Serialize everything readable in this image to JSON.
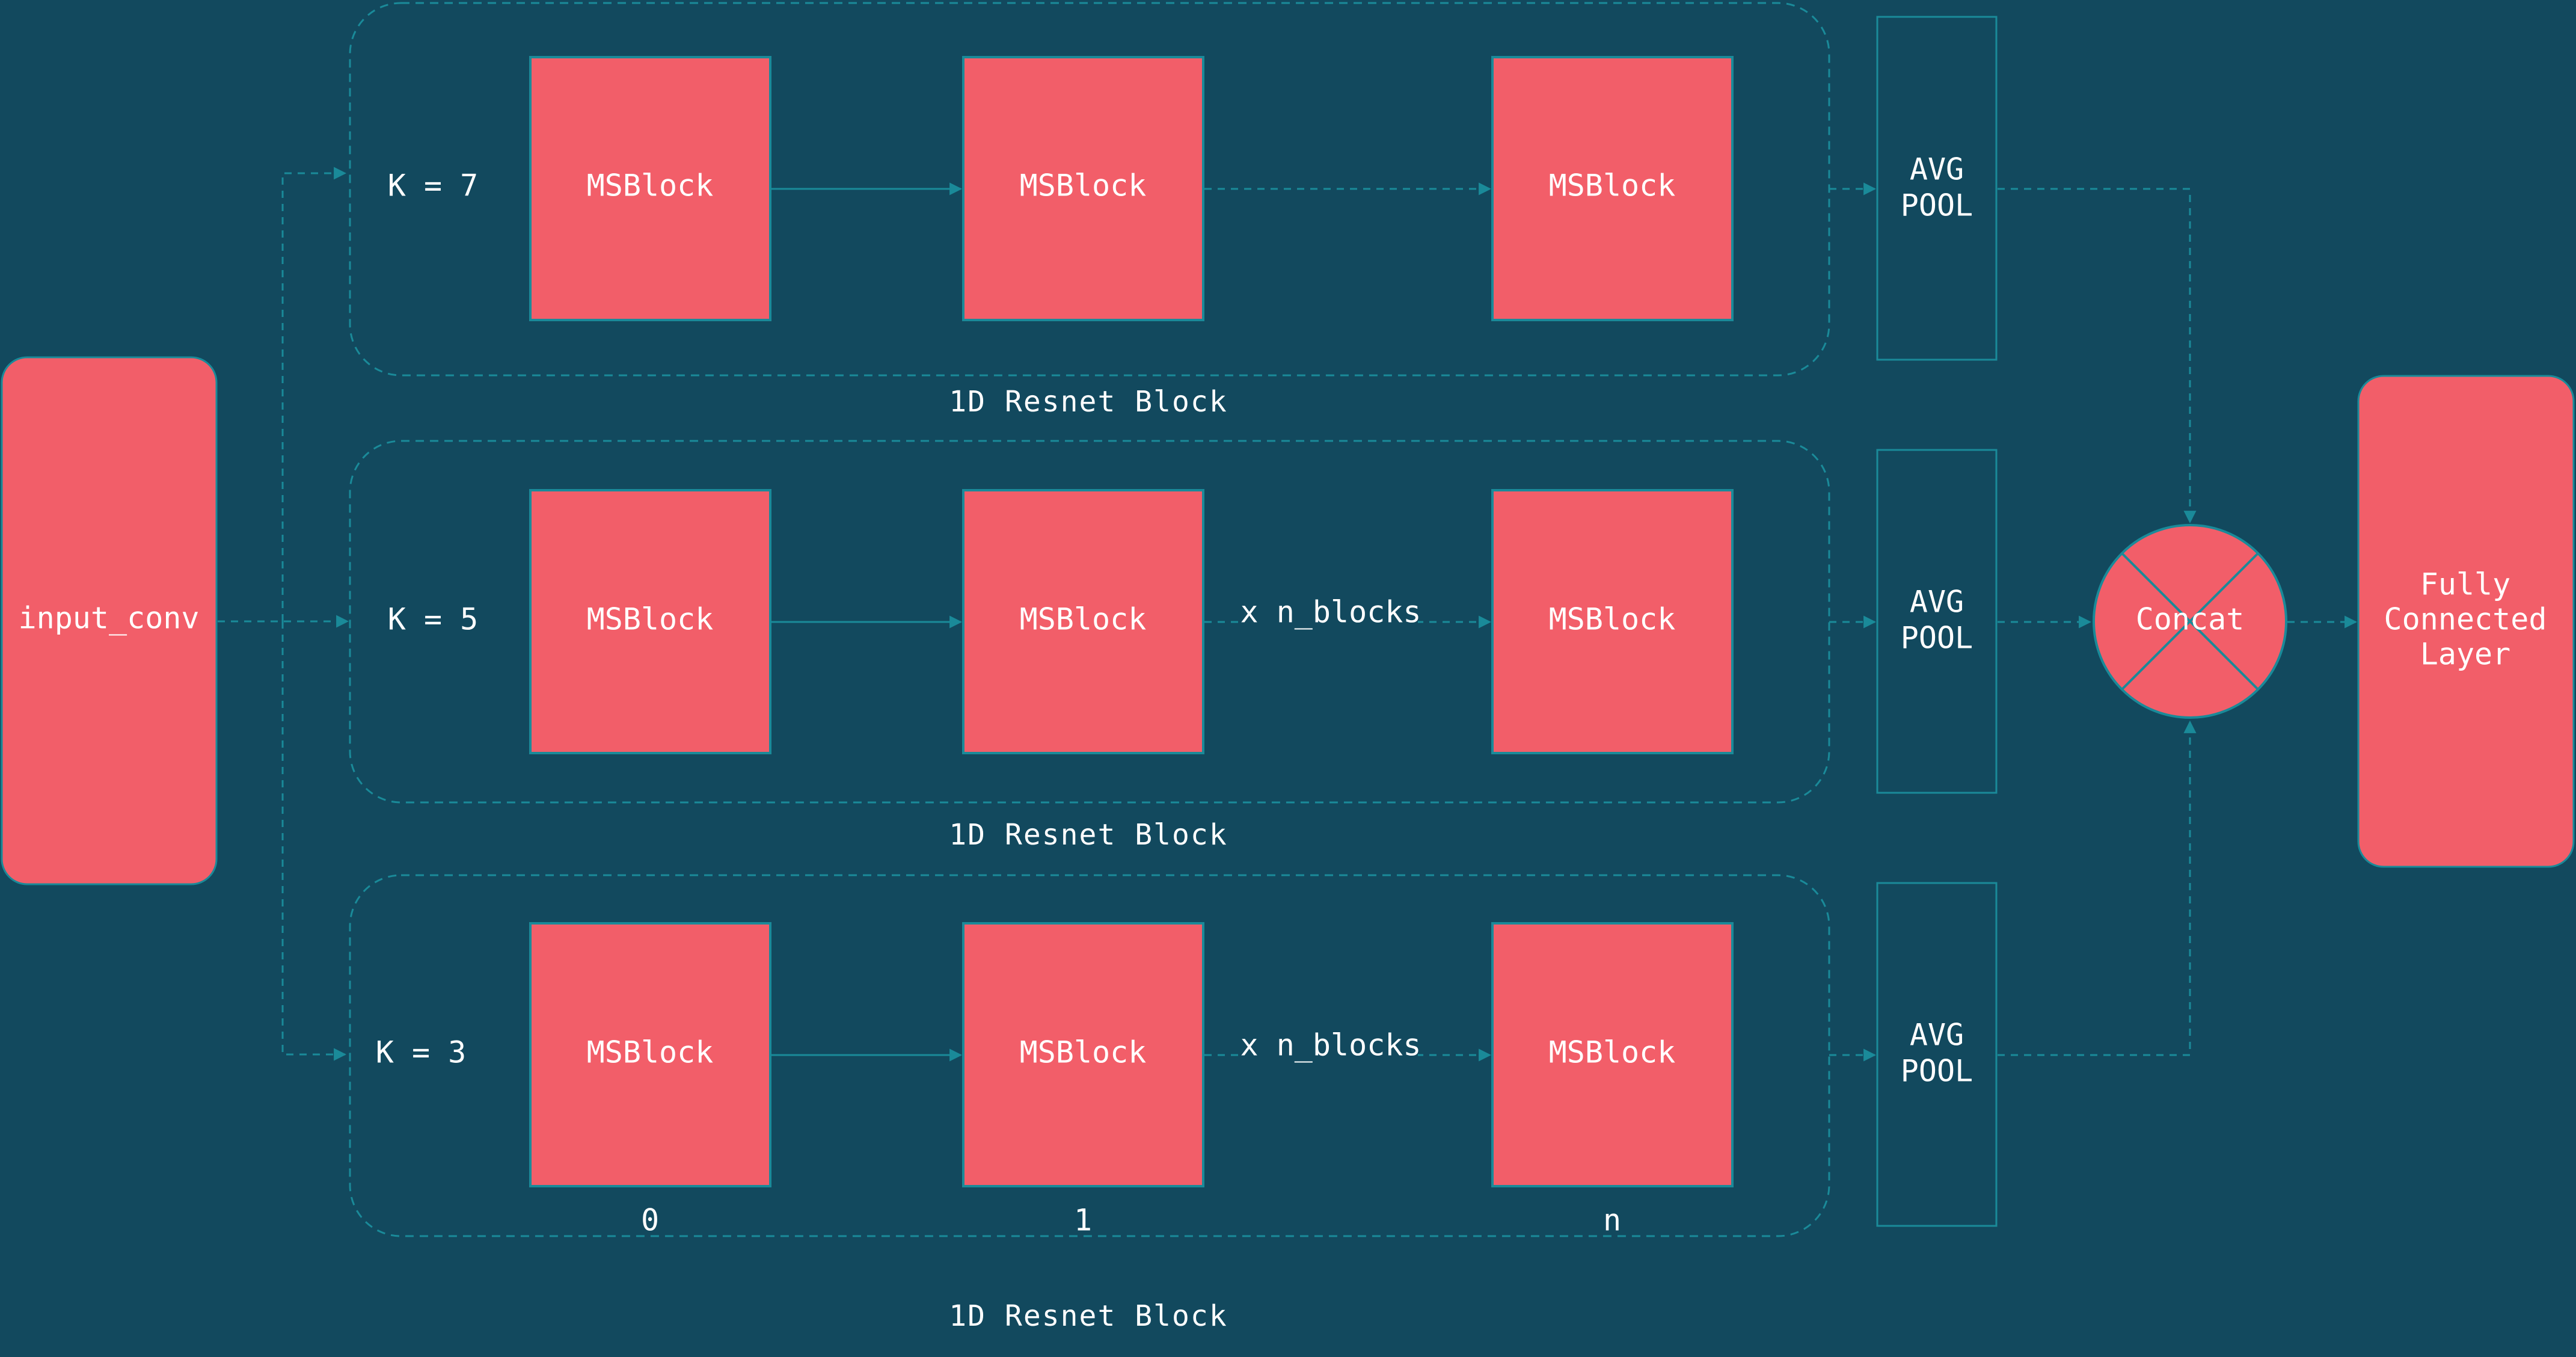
{
  "colors": {
    "background": "#12495e",
    "block_fill": "#f25e69",
    "line": "#1a8a99",
    "text": "#ffffff"
  },
  "input_block": {
    "label": "input_conv"
  },
  "rows": [
    {
      "k_label": "K = 7",
      "blocks": [
        "MSBlock",
        "MSBlock",
        "MSBlock"
      ],
      "repeat_label": "",
      "title": "1D Resnet Block",
      "pool": [
        "AVG",
        "POOL"
      ]
    },
    {
      "k_label": "K = 5",
      "blocks": [
        "MSBlock",
        "MSBlock",
        "MSBlock"
      ],
      "repeat_label": "x n_blocks",
      "title": "1D Resnet Block",
      "pool": [
        "AVG",
        "POOL"
      ]
    },
    {
      "k_label": "K = 3",
      "blocks": [
        "MSBlock",
        "MSBlock",
        "MSBlock"
      ],
      "repeat_label": "x n_blocks",
      "title": "1D Resnet Block",
      "pool": [
        "AVG",
        "POOL"
      ],
      "indices": [
        "0",
        "1",
        "n"
      ]
    }
  ],
  "concat": {
    "label": "Concat"
  },
  "output_block": {
    "lines": [
      "Fully",
      "Connected",
      "Layer"
    ]
  }
}
